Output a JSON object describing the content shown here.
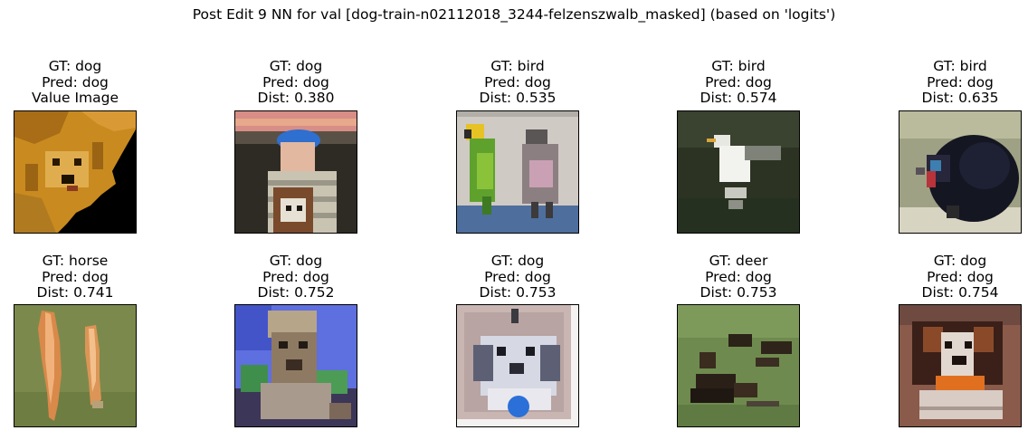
{
  "title": "Post Edit 9 NN for val [dog-train-n02112018_3244-felzenszwalb_masked] (based on 'logits')",
  "panels": [
    {
      "gt": "GT: dog",
      "pred": "Pred: dog",
      "dist": "Value Image",
      "thumb": "masked-pomeranian-photo"
    },
    {
      "gt": "GT: dog",
      "pred": "Pred: dog",
      "dist": "Dist: 0.380",
      "thumb": "man-holding-puppy-photo"
    },
    {
      "gt": "GT: bird",
      "pred": "Pred: dog",
      "dist": "Dist: 0.535",
      "thumb": "two-parrots-photo"
    },
    {
      "gt": "GT: bird",
      "pred": "Pred: dog",
      "dist": "Dist: 0.574",
      "thumb": "white-gull-on-water-photo"
    },
    {
      "gt": "GT: bird",
      "pred": "Pred: dog",
      "dist": "Dist: 0.635",
      "thumb": "black-turkey-photo"
    },
    {
      "gt": "GT: horse",
      "pred": "Pred: dog",
      "dist": "Dist: 0.741",
      "thumb": "two-carrot-shapes-on-green-photo"
    },
    {
      "gt": "GT: dog",
      "pred": "Pred: dog",
      "dist": "Dist: 0.752",
      "thumb": "dog-blue-sky-photo"
    },
    {
      "gt": "GT: dog",
      "pred": "Pred: dog",
      "dist": "Dist: 0.753",
      "thumb": "fluffy-puppy-blue-ball-photo"
    },
    {
      "gt": "GT: deer",
      "pred": "Pred: dog",
      "dist": "Dist: 0.753",
      "thumb": "animals-lying-on-grass-photo"
    },
    {
      "gt": "GT: dog",
      "pred": "Pred: dog",
      "dist": "Dist: 0.754",
      "thumb": "puppy-chewing-orange-toy-photo"
    }
  ]
}
